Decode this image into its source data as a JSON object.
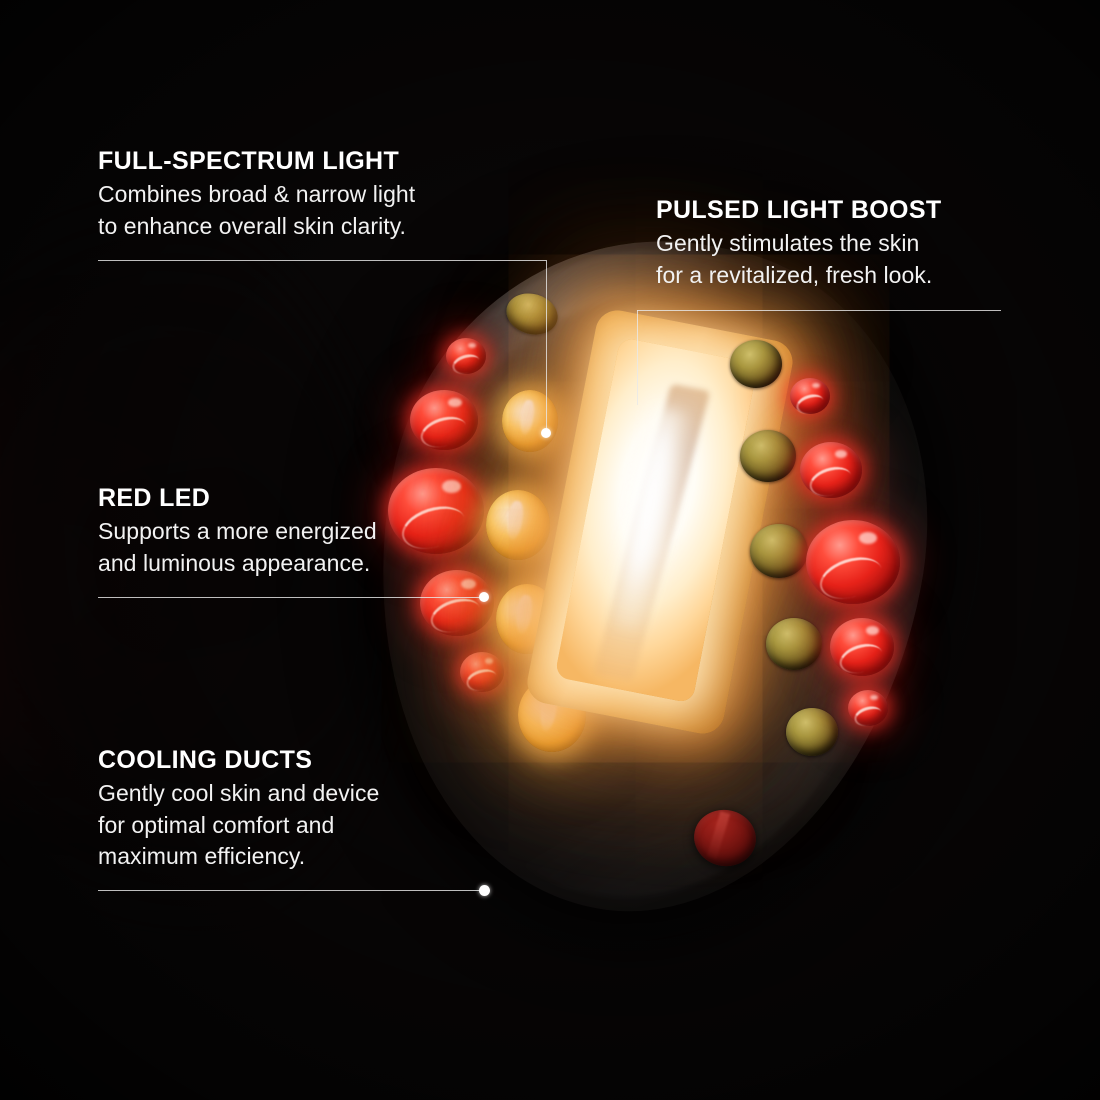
{
  "page": {
    "background_color": "#080606",
    "accent_red": "#e8231a",
    "accent_amber": "#f2bb5c",
    "leader_line_color": "#e8e8e8",
    "text_color": "#ffffff"
  },
  "callouts": [
    {
      "id": "full-spectrum-light",
      "title": "FULL-SPECTRUM LIGHT",
      "body": "Combines broad & narrow light\nto enhance overall skin clarity."
    },
    {
      "id": "pulsed-light-boost",
      "title": "PULSED LIGHT BOOST",
      "body": "Gently stimulates the skin\nfor a revitalized, fresh look."
    },
    {
      "id": "red-led",
      "title": "RED LED",
      "body": "Supports a more energized\nand luminous appearance."
    },
    {
      "id": "cooling-ducts",
      "title": "COOLING DUCTS",
      "body": "Gently cool skin and device\nfor optimal comfort and\nmaximum efficiency."
    }
  ],
  "device": {
    "name": "light-therapy-treatment-head",
    "lamp_name": "pulsed-light-lamp-window",
    "red_led_count": 10,
    "amber_led_count": 9,
    "vent_name": "cooling-vent-button"
  }
}
